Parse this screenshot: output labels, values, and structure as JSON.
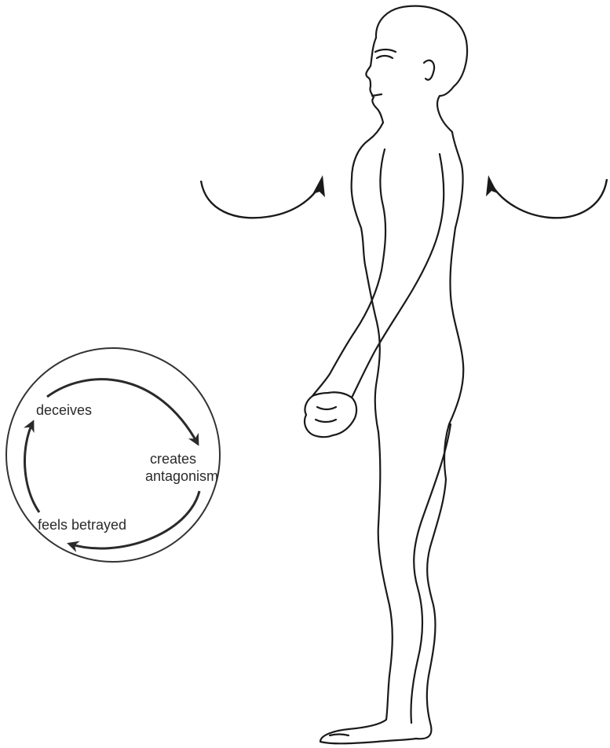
{
  "cycle": {
    "labels": {
      "deceives": "deceives",
      "creates_line1": "creates",
      "creates_line2": "antagonism",
      "feels_betrayed": "feels betrayed"
    }
  },
  "figure": {
    "subject": "standing-man-side-view",
    "arrow_count": 2
  },
  "colors": {
    "ink": "#1a1a1a",
    "cycle_ring": "#333333",
    "background": "#ffffff"
  }
}
